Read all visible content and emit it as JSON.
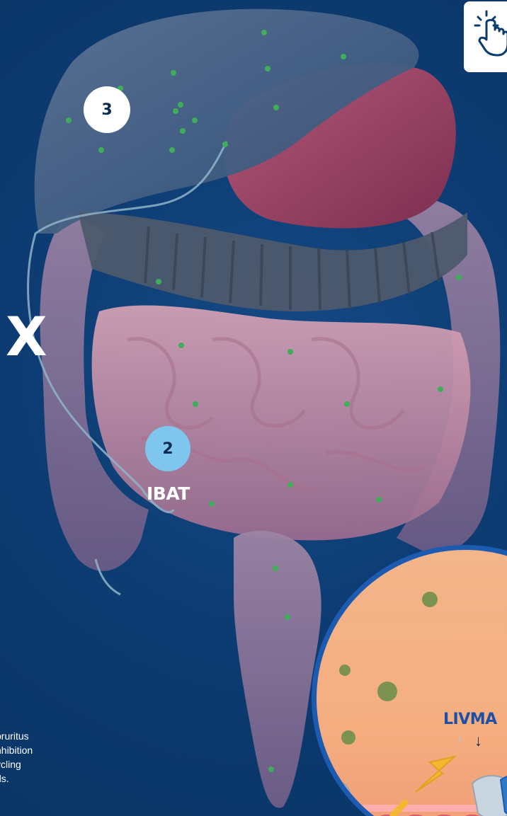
{
  "badges": {
    "liver_step": "3",
    "ibat_step": "2"
  },
  "labels": {
    "ibat": "IBAT",
    "block": "X",
    "drug": "LIVMA"
  },
  "side_text": [
    "pruritus",
    "nhibition",
    "ycling",
    "ds."
  ],
  "icons": {
    "tap": "hand-tap-icon",
    "down_light": "↓",
    "down_dark": "↓"
  },
  "colors": {
    "background": "#0b3a6e",
    "badge_primary": "#ffffff",
    "badge_secondary": "#7fc6ee",
    "accent_arrow": "#f5b731",
    "drug_text": "#1d4fa8",
    "bile_dot": "#3fae5a"
  }
}
